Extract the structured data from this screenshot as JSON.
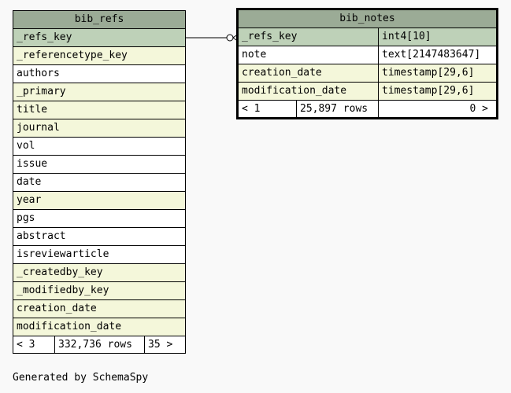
{
  "tables": {
    "refs": {
      "title": "bib_refs",
      "columns": [
        {
          "name": "_refs_key",
          "kind": "pk"
        },
        {
          "name": "_referencetype_key",
          "kind": "fk"
        },
        {
          "name": "authors",
          "kind": "plain"
        },
        {
          "name": "_primary",
          "kind": "fk"
        },
        {
          "name": "title",
          "kind": "fk"
        },
        {
          "name": "journal",
          "kind": "fk"
        },
        {
          "name": "vol",
          "kind": "plain"
        },
        {
          "name": "issue",
          "kind": "plain"
        },
        {
          "name": "date",
          "kind": "plain"
        },
        {
          "name": "year",
          "kind": "fk"
        },
        {
          "name": "pgs",
          "kind": "plain"
        },
        {
          "name": "abstract",
          "kind": "plain"
        },
        {
          "name": "isreviewarticle",
          "kind": "plain"
        },
        {
          "name": "_createdby_key",
          "kind": "fk"
        },
        {
          "name": "_modifiedby_key",
          "kind": "fk"
        },
        {
          "name": "creation_date",
          "kind": "fk"
        },
        {
          "name": "modification_date",
          "kind": "fk"
        }
      ],
      "footer": {
        "parents": "< 3",
        "rows": "332,736 rows",
        "children": "35 >"
      }
    },
    "notes": {
      "title": "bib_notes",
      "columns": [
        {
          "name": "_refs_key",
          "type": "int4[10]",
          "kind": "pk"
        },
        {
          "name": "note",
          "type": "text[2147483647]",
          "kind": "plain"
        },
        {
          "name": "creation_date",
          "type": "timestamp[29,6]",
          "kind": "fk"
        },
        {
          "name": "modification_date",
          "type": "timestamp[29,6]",
          "kind": "fk"
        }
      ],
      "footer": {
        "parents": "< 1",
        "rows": "25,897 rows",
        "children": "0 >"
      }
    }
  },
  "colors": {
    "header": "#9bab96",
    "primary_key_row": "#bed1b8",
    "indexed_row": "#f4f7da",
    "plain_row": "#ffffff",
    "background": "#f9f9f9"
  },
  "generated_by": "Generated by SchemaSpy"
}
